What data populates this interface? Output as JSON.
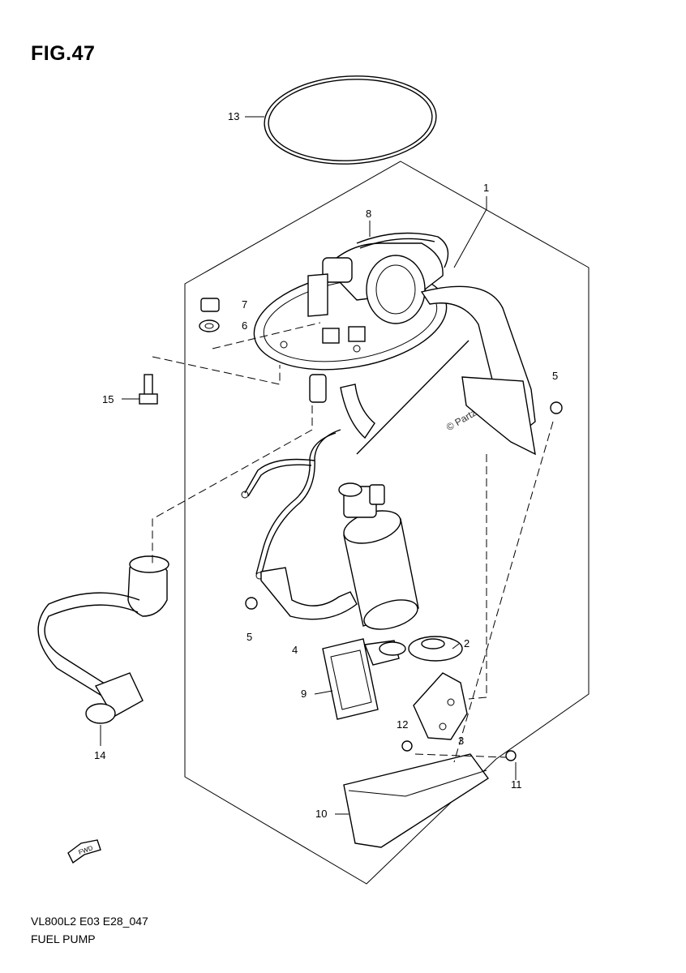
{
  "figure": {
    "title": "FIG.47",
    "code": "VL800L2 E03 E28_047",
    "name": "FUEL PUMP"
  },
  "watermark": "© Partzilla.com",
  "callouts": [
    "13",
    "1",
    "8",
    "7",
    "6",
    "15",
    "5",
    "5",
    "2",
    "4",
    "9",
    "12",
    "3",
    "11",
    "10",
    "14"
  ],
  "fwd_arrow": {
    "label": "FWD",
    "icon": "forward-arrow-icon"
  }
}
